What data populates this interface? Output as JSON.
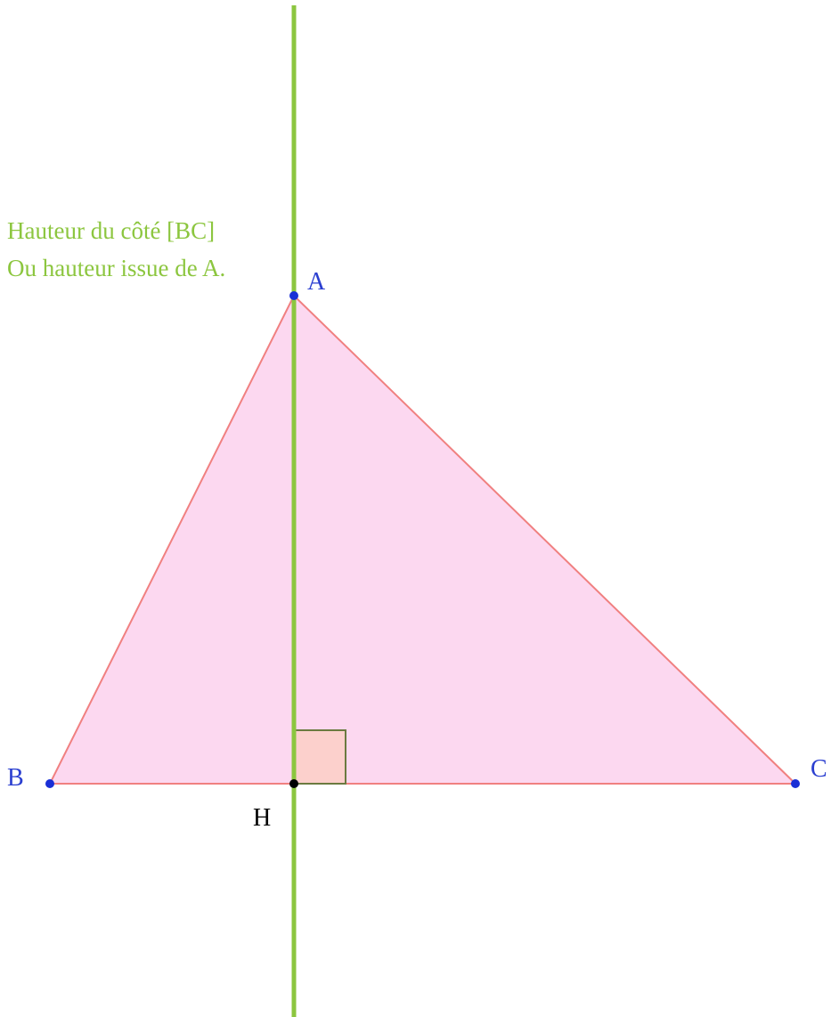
{
  "caption": {
    "line1": "Hauteur du côté [BC]",
    "line2": "Ou hauteur issue de A."
  },
  "points": {
    "A": "A",
    "B": "B",
    "C": "C",
    "H": "H"
  },
  "colors": {
    "triangle_fill": "#fcd8f0",
    "triangle_stroke": "#f08080",
    "altitude": "#8cc63f",
    "caption_text": "#8cc63f",
    "point_blue": "#1a2fd6",
    "point_label_blue": "#2b3fd0",
    "foot_point": "#000000",
    "foot_label": "#000000",
    "right_angle_fill": "#fcd0cc",
    "right_angle_stroke": "#6b7a40"
  }
}
